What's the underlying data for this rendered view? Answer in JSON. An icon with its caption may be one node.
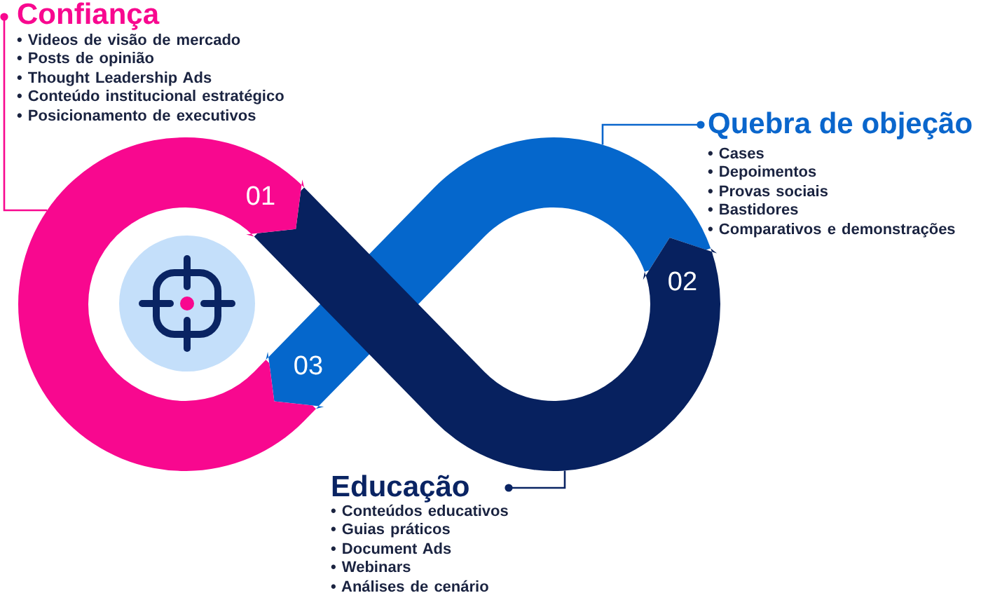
{
  "diagram": {
    "nodes": [
      {
        "text": [
          "Confiança",
          "• Videos de visão de mercado",
          "• Posts de opinião",
          "• Thought Leadership Ads",
          "• Conteúdo institucional estratégico",
          "• Posicionamento de executivos"
        ]
      },
      {
        "text": [
          "01"
        ]
      },
      {
        "text": [
          "Quebra de objeção",
          "• Cases",
          "• Depoimentos",
          "• Provas sociais",
          "• Bastidores",
          "• Comparativos e demonstrações"
        ]
      },
      {
        "text": [
          "02"
        ]
      },
      {
        "text": [
          "03"
        ]
      },
      {
        "text": [
          "Educação",
          "• Conteúdos educativos",
          "• Guias práticos",
          "• Document Ads",
          "• Webinars",
          "• Análises de cenário"
        ]
      }
    ],
    "edges": [
      {
        "from": 0,
        "to": 1,
        "arrow": "other",
        "color": "#f8088f"
      },
      {
        "from": 2,
        "to": 4,
        "arrow": "other",
        "color": "#0a66cc"
      },
      {
        "from": 5,
        "to": 3,
        "arrow": "other",
        "color": "#0a2463"
      }
    ]
  }
}
